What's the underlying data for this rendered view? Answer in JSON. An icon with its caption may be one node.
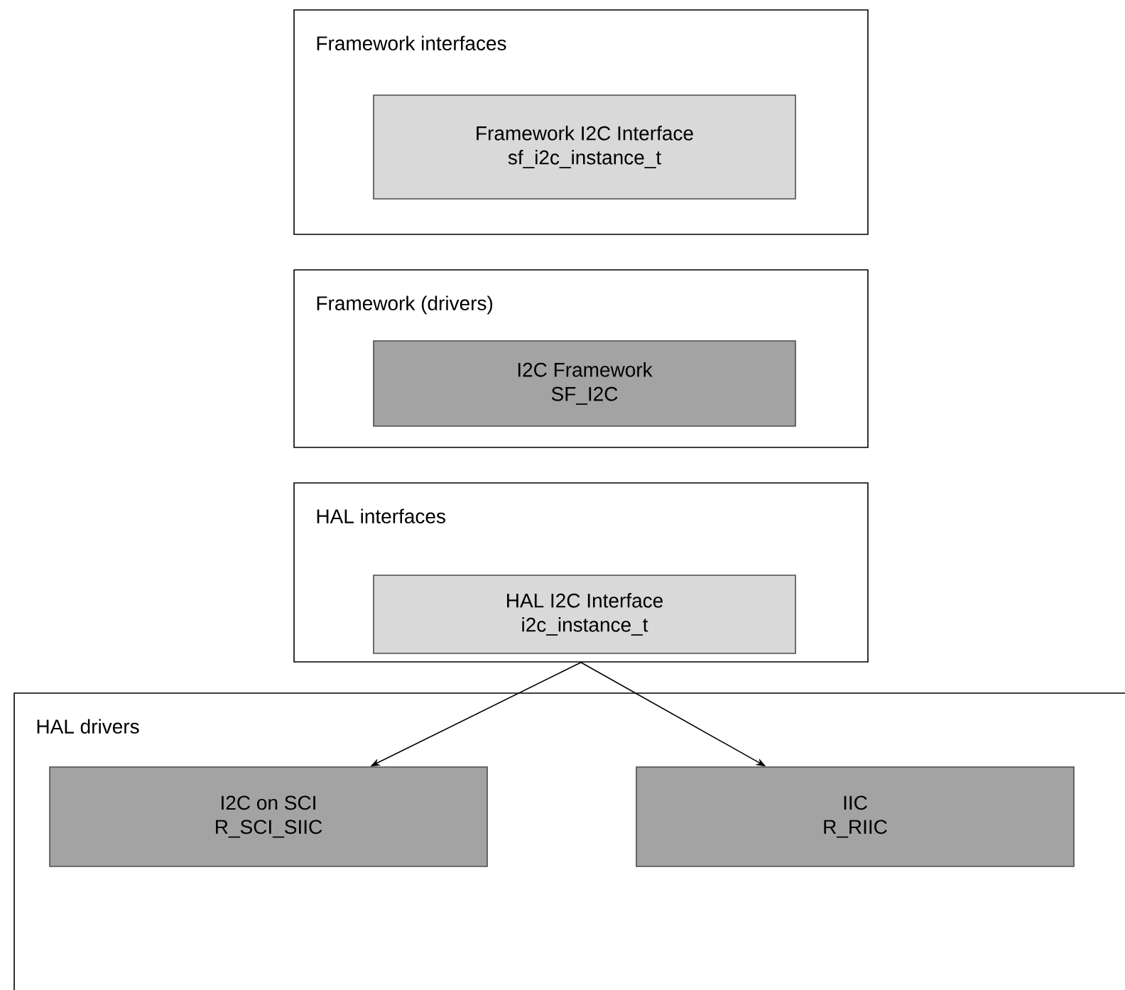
{
  "diagram": {
    "nodes": [
      {
        "text": [
          "Framework interfaces"
        ]
      },
      {
        "text": [
          "Framework I2C Interface",
          "sf_i2c_instance_t"
        ],
        "in": 0
      },
      {
        "text": [
          "Framework (drivers)"
        ]
      },
      {
        "text": [
          "I2C Framework",
          "SF_I2C"
        ],
        "in": 2
      },
      {
        "text": [
          "HAL interfaces"
        ]
      },
      {
        "text": [
          "HAL I2C Interface",
          "i2c_instance_t"
        ],
        "in": 4
      },
      {
        "text": [
          "HAL drivers"
        ]
      },
      {
        "text": [
          "I2C on SCI",
          "R_SCI_SIIC"
        ],
        "in": 6
      },
      {
        "text": [
          "IIC",
          "R_RIIC"
        ],
        "in": 6
      }
    ],
    "edges": [
      {
        "from": 4,
        "to": 7,
        "arrow": "to"
      },
      {
        "from": 4,
        "to": 8,
        "arrow": "to"
      }
    ]
  }
}
